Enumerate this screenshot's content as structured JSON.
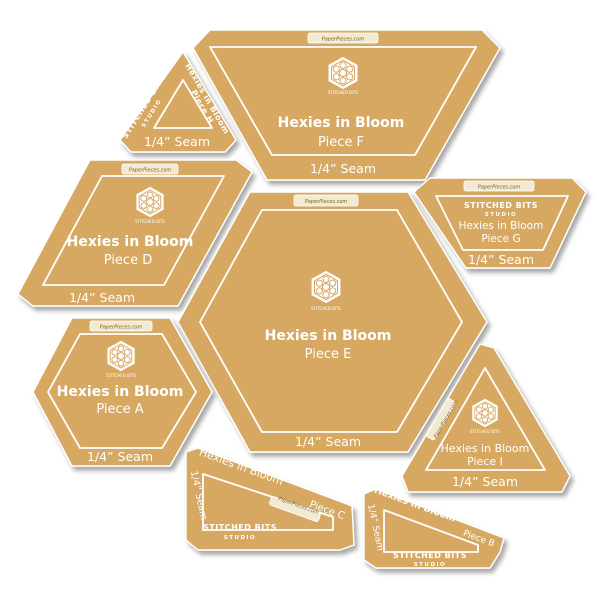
{
  "colors": {
    "acrylic": "#d6a862",
    "acrylic_shadow": "#a88446",
    "print": "#ffffff",
    "background": "#ffffff"
  },
  "brand": {
    "url": "PaperPieces.com",
    "studio_line1": "STITCHED BITS",
    "studio_line2": "STUDIO",
    "logo_icon": "hexagon-flower-logo"
  },
  "templates": {
    "piece_f": {
      "title": "Hexies in Bloom",
      "piece": "Piece F",
      "seam": "1/4” Seam"
    },
    "piece_h": {
      "title": "Hexies in Bloom",
      "piece": "Piece H",
      "seam": "1/4” Seam"
    },
    "piece_d": {
      "title": "Hexies in Bloom",
      "piece": "Piece D",
      "seam": "1/4” Seam"
    },
    "piece_e": {
      "title": "Hexies in Bloom",
      "piece": "Piece E",
      "seam": "1/4” Seam"
    },
    "piece_g": {
      "title": "Hexies in Bloom",
      "piece": "Piece G",
      "seam": "1/4” Seam"
    },
    "piece_a": {
      "title": "Hexies in Bloom",
      "piece": "Piece A",
      "seam": "1/4” Seam"
    },
    "piece_i": {
      "title": "Hexies in Bloom",
      "piece": "Piece I",
      "seam": "1/4” Seam"
    },
    "piece_c": {
      "title": "Hexies in Bloom",
      "piece": "Piece C",
      "seam": "1/4” Seam"
    },
    "piece_b": {
      "title": "Hexies in Bloom",
      "piece": "Piece B",
      "seam": "1/4” Seam"
    }
  }
}
